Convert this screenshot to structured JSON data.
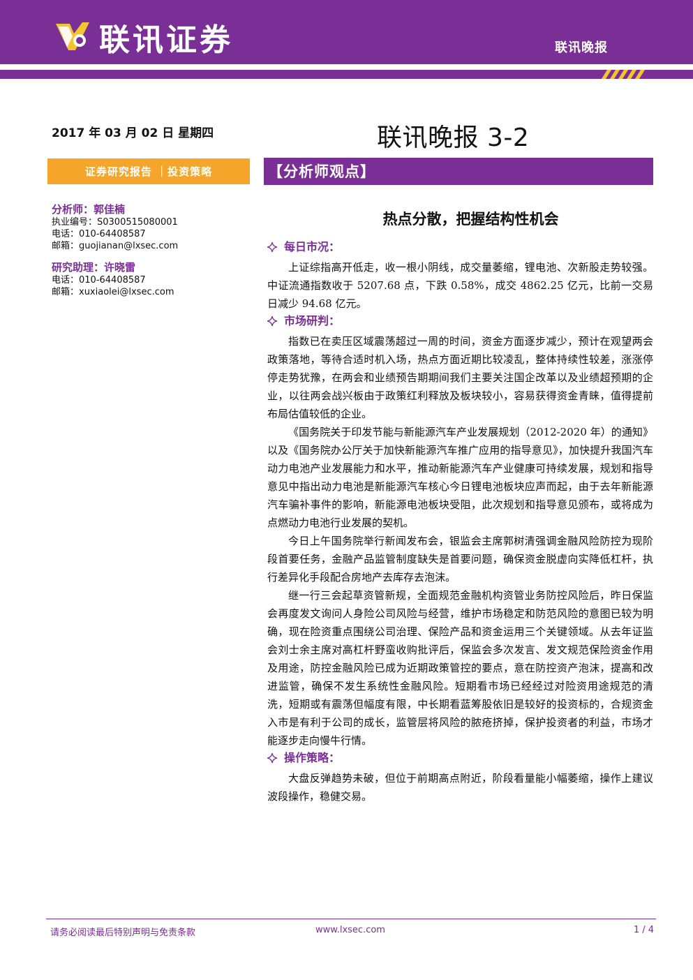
{
  "header": {
    "brand_name": "联讯证券",
    "report_type": "联讯晚报",
    "colors": {
      "purple": "#7a2f96",
      "orange": "#f4a52a",
      "yellow": "#f4c430"
    },
    "logo_icon": "lianxun-logo-icon"
  },
  "date_line": "2017 年 03 月 02 日 星期四",
  "main_title": "联讯晚报 3-2",
  "category_band": "证券研究报告 ｜投资策略",
  "section_tab": "【分析师观点】",
  "analysts": {
    "analyst_title": "分析师：郭佳楠",
    "analyst_license": "执业编号：S0300515080001",
    "analyst_phone": "电话：010-64408587",
    "analyst_email": "邮箱：guojianan@lxsec.com",
    "assistant_title": "研究助理：许晓雷",
    "assistant_phone": "电话：010-64408587",
    "assistant_email": "邮箱：xuxiaolei@lxsec.com"
  },
  "article": {
    "title": "热点分散，把握结构性机会",
    "sections": [
      {
        "heading": "每日市况：",
        "paragraphs": [
          "上证综指高开低走，收一根小阴线，成交量萎缩，锂电池、次新股走势较强。中证流通指数收于 5207.68 点，下跌 0.58%，成交 4862.25 亿元，比前一交易日减少 94.68 亿元。"
        ]
      },
      {
        "heading": "市场研判：",
        "paragraphs": [
          "指数已在卖压区域震荡超过一周的时间，资金方面逐步减少，预计在观望两会政策落地，等待合适时机入场，热点方面近期比较凌乱，整体持续性较差，涨涨停停走势犹豫，在两会和业绩预告期期间我们主要关注国企改革以及业绩超预期的企业，以往两会战兴板由于政策红利释放及板块较小，容易获得资金青睐，值得提前布局估值较低的企业。",
          "《国务院关于印发节能与新能源汽车产业发展规划（2012-2020 年）的通知》以及《国务院办公厅关于加快新能源汽车推广应用的指导意见》，加快提升我国汽车动力电池产业发展能力和水平，推动新能源汽车产业健康可持续发展，规划和指导意见中指出动力电池是新能源汽车核心今日锂电池板块应声而起，由于去年新能源汽车骗补事件的影响，新能源电池板块受阻，此次规划和指导意见颁布，或将成为点燃动力电池行业发展的契机。",
          "今日上午国务院举行新闻发布会，银监会主席郭树清强调金融风险防控为现阶段首要任务，金融产品监管制度缺失是首要问题，确保资金脱虚向实降低杠杆，执行差异化手段配合房地产去库存去泡沫。",
          "继一行三会起草资管新规，全面规范金融机构资管业务防控风险后，昨日保监会再度发文询问人身险公司风险与经营，维护市场稳定和防范风险的意图已较为明确，现在险资重点围绕公司治理、保险产品和资金运用三个关键领域。从去年证监会刘士余主席对高杠杆野蛮收购批评后，保监会多次发言、发文规范保险资金作用及用途，防控金融风险已成为近期政策管控的要点，意在防控资产泡沫，提高和改进监管，确保不发生系统性金融风险。短期看市场已经经过对险资用途规范的清洗，短期或有震荡但幅度有限，中长期看蓝筹股依旧是较好的投资标的，合规资金入市是有利于公司的成长，监管层将风险的脓疮挤掉，保护投资者的利益，市场才能逐步走向慢牛行情。"
        ]
      },
      {
        "heading": "操作策略：",
        "paragraphs": [
          "大盘反弹趋势未破，但位于前期高点附近，阶段看量能小幅萎缩，操作上建议波段操作，稳健交易。"
        ]
      }
    ]
  },
  "footer": {
    "disclaimer": "请务必阅读最后特别声明与免责条款",
    "website": "www.lxsec.com",
    "page": "1 / 4"
  }
}
